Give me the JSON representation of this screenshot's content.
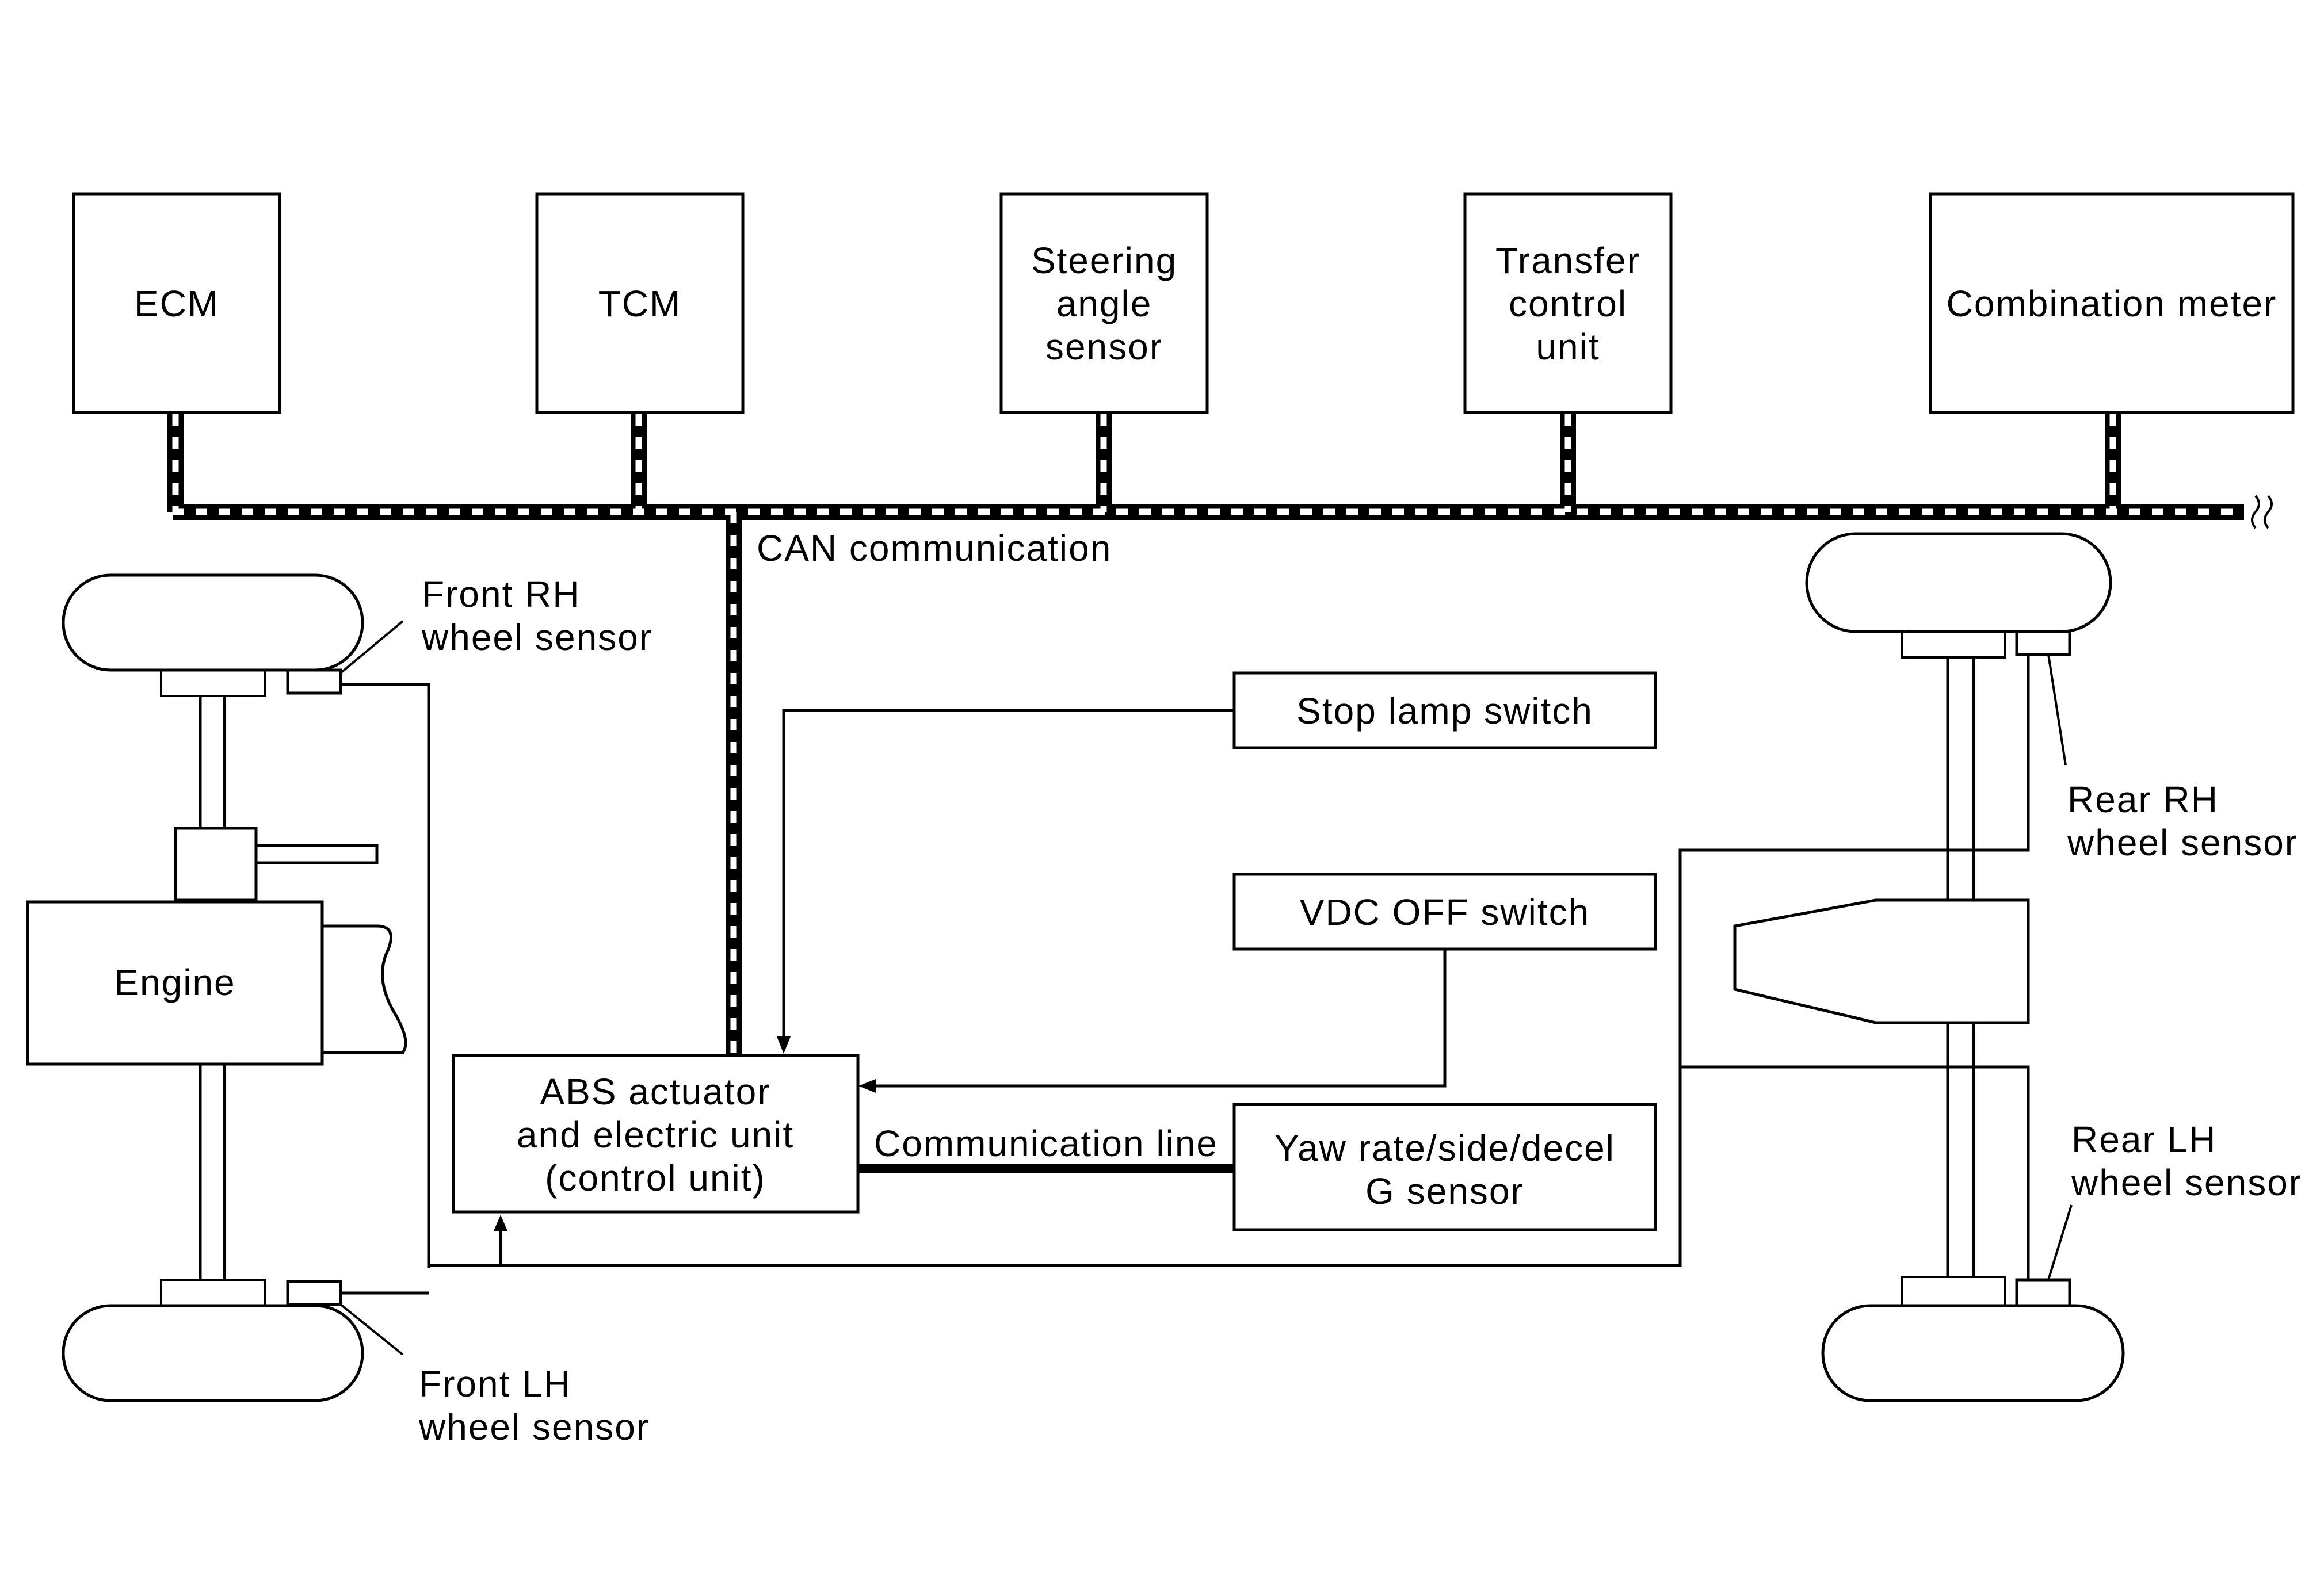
{
  "can_bus": {
    "label": "CAN communication"
  },
  "modules": {
    "ecm": "ECM",
    "tcm": "TCM",
    "steering": [
      "Steering",
      "angle",
      "sensor"
    ],
    "transfer": [
      "Transfer",
      "control",
      "unit"
    ],
    "combination_meter": "Combination meter"
  },
  "sensors": {
    "front_rh": [
      "Front RH",
      "wheel sensor"
    ],
    "front_lh": [
      "Front LH",
      "wheel sensor"
    ],
    "rear_rh": [
      "Rear RH",
      "wheel sensor"
    ],
    "rear_lh": [
      "Rear LH",
      "wheel sensor"
    ]
  },
  "switches": {
    "stop_lamp": "Stop lamp switch",
    "vdc_off": "VDC OFF switch"
  },
  "abs_unit": [
    "ABS actuator",
    "and electric unit",
    "(control unit)"
  ],
  "yaw_sensor": [
    "Yaw rate/side/decel",
    "G sensor"
  ],
  "communication_line": "Communication line",
  "engine": "Engine",
  "colors": {
    "line": "#000000",
    "background": "#ffffff"
  }
}
